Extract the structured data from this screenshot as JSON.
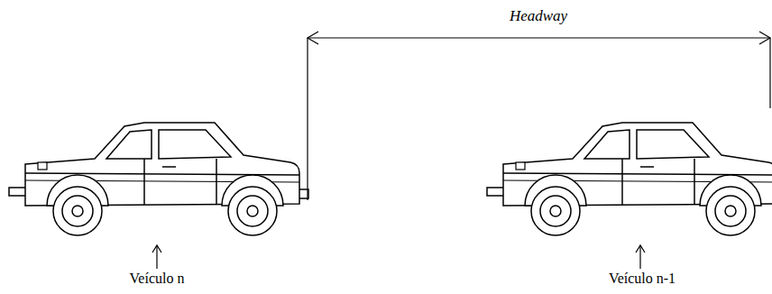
{
  "diagram": {
    "labels": [
      "Headway",
      "Veículo n",
      "Veículo n-1"
    ]
  }
}
